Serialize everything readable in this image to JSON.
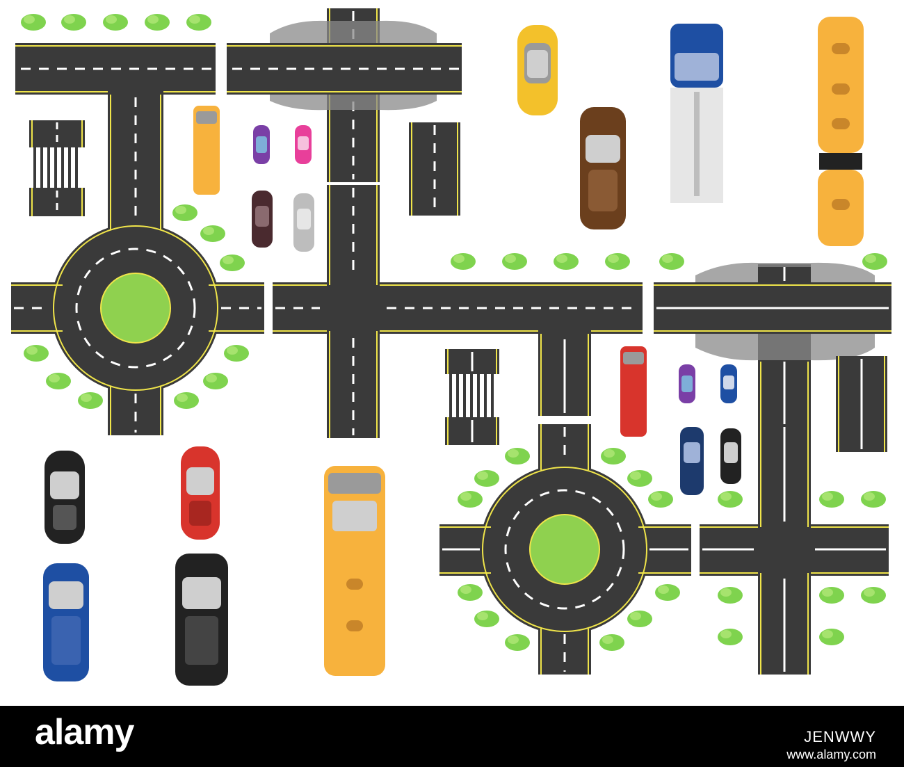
{
  "scene": {
    "colors": {
      "asphalt": "#3a3a3a",
      "edge_line": "#f0e54a",
      "lane_mark": "#ffffff",
      "grass": "#8fd14f",
      "bush": "#7fd34e",
      "overpass_shadow": "#8a8a8a",
      "yellow": "#f3c12b",
      "orange_bus": "#f7b23d",
      "blue": "#1e4fa3",
      "red": "#d8342c",
      "black": "#222222",
      "brown": "#6b3f1d",
      "purple": "#7a3fa6",
      "pink": "#e83f9a",
      "silver": "#bdbdbd",
      "maroon": "#4a2a2f",
      "navy": "#1d3a6d",
      "white_trailer": "#e6e6e6"
    },
    "items": [
      {
        "kind": "roundabout",
        "name": "roundabout-left"
      },
      {
        "kind": "roundabout",
        "name": "roundabout-right"
      },
      {
        "kind": "overpass",
        "name": "overpass-top"
      },
      {
        "kind": "overpass",
        "name": "overpass-right"
      },
      {
        "kind": "crosswalk",
        "name": "crosswalk-left"
      },
      {
        "kind": "crosswalk",
        "name": "crosswalk-center"
      },
      {
        "kind": "vehicle",
        "type": "sports-car",
        "color": "yellow"
      },
      {
        "kind": "vehicle",
        "type": "semi-truck",
        "color": "blue"
      },
      {
        "kind": "vehicle",
        "type": "articulated-bus",
        "color": "orange"
      },
      {
        "kind": "vehicle",
        "type": "suv",
        "color": "brown"
      },
      {
        "kind": "vehicle",
        "type": "bus",
        "color": "orange"
      },
      {
        "kind": "vehicle",
        "type": "bus",
        "color": "red"
      },
      {
        "kind": "vehicle",
        "type": "sedan",
        "color": "black"
      },
      {
        "kind": "vehicle",
        "type": "sedan",
        "color": "red"
      },
      {
        "kind": "vehicle",
        "type": "minivan",
        "color": "blue"
      },
      {
        "kind": "vehicle",
        "type": "suv",
        "color": "black"
      },
      {
        "kind": "vehicle",
        "type": "convertible",
        "color": "purple"
      },
      {
        "kind": "vehicle",
        "type": "compact",
        "color": "pink"
      },
      {
        "kind": "vehicle",
        "type": "compact",
        "color": "silver"
      },
      {
        "kind": "vehicle",
        "type": "compact",
        "color": "maroon"
      }
    ]
  },
  "footer": {
    "brand": "alamy",
    "image_id": "JENWWY",
    "url": "www.alamy.com"
  }
}
